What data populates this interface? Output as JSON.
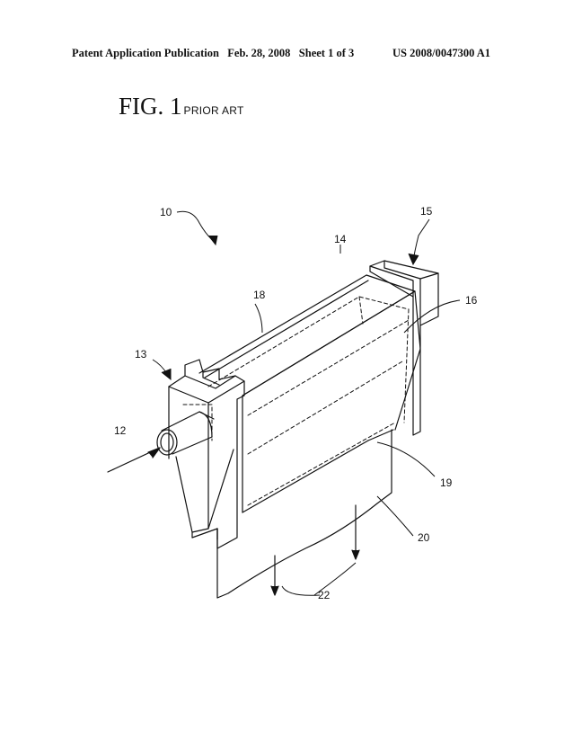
{
  "header": {
    "publication": "Patent Application Publication",
    "date": "Feb. 28, 2008",
    "sheet": "Sheet 1 of 3",
    "number": "US 2008/0047300 A1"
  },
  "figure": {
    "title": "FIG. 1",
    "subtitle": "PRIOR ART"
  },
  "reference_numerals": {
    "apparatus": "10",
    "inlet": "12",
    "left_end": "13",
    "top_wall": "14",
    "right_end": "15",
    "right_panel": "16",
    "top_edge": "18",
    "lip": "19",
    "curtain": "20",
    "flow": "22"
  }
}
